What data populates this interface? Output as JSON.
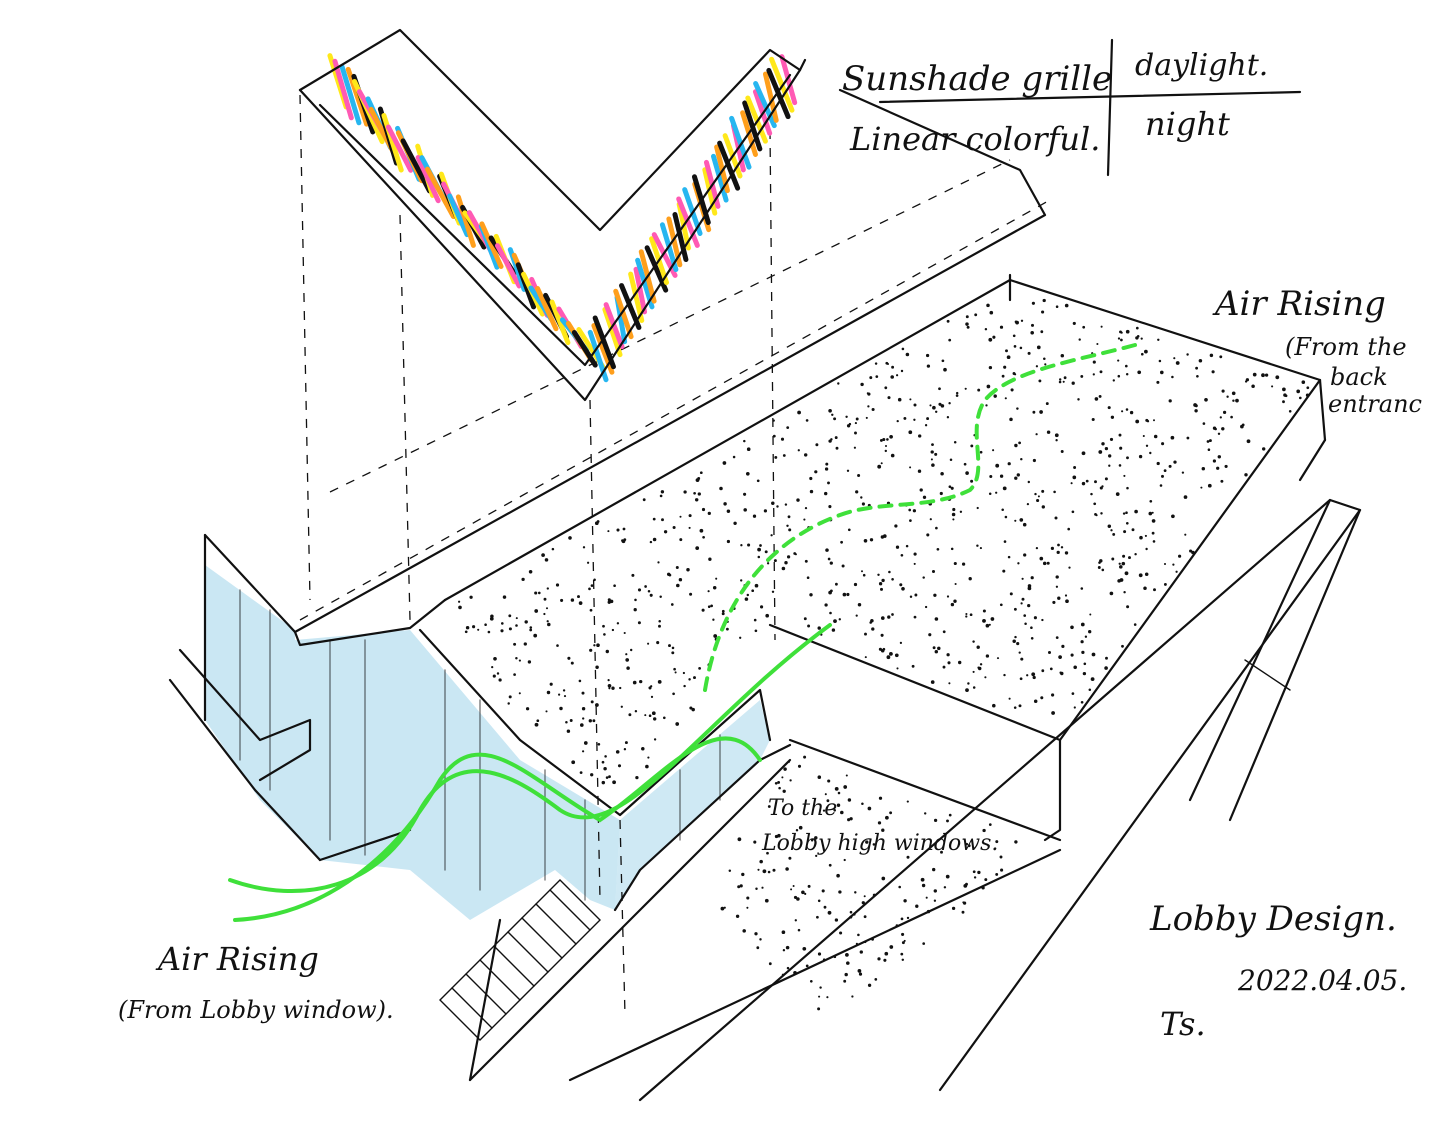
{
  "table": {
    "r1c1": "Sunshade grille",
    "r1c2": "daylight.",
    "r2c1": "Linear colorful.",
    "r2c2": "night"
  },
  "air_rising_back": {
    "title": "Air Rising",
    "line1": "(From the",
    "line2": "back",
    "line3": "entranc"
  },
  "lobby_windows": {
    "line1": "To the",
    "line2": "Lobby high windows."
  },
  "air_rising_lobby": {
    "title": "Air Rising",
    "sub": "(From Lobby window)."
  },
  "signature": {
    "title": "Lobby Design.",
    "date": "2022.04.05.",
    "initials": "Ts."
  },
  "colors": {
    "glass": "#9fd3ea",
    "airflow": "#3fe03a",
    "grille": [
      "#ffe81a",
      "#ff5ab4",
      "#27b6f0",
      "#ff9f1c",
      "#111111"
    ]
  }
}
